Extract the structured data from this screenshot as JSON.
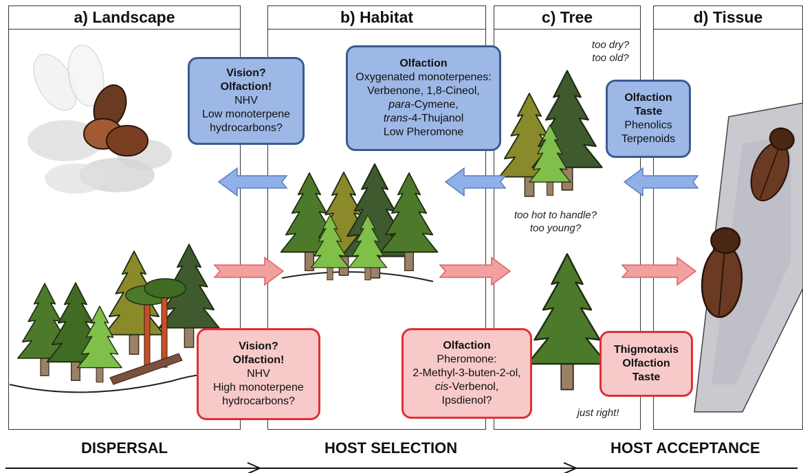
{
  "panels": [
    {
      "label": "a) Landscape"
    },
    {
      "label": "b) Habitat"
    },
    {
      "label": "c) Tree"
    },
    {
      "label": "d) Tissue"
    }
  ],
  "blue_boxes": {
    "landscape": {
      "line1": "Vision?",
      "line2": "Olfaction!",
      "line3": "NHV",
      "line4": "Low monoterpene",
      "line5": "hydrocarbons?"
    },
    "habitat": {
      "title": "Olfaction",
      "line1": "Oxygenated monoterpenes:",
      "line2": "Verbenone, 1,8-Cineol,",
      "line3a": "para",
      "line3b": "-Cymene,",
      "line4a": "trans",
      "line4b": "-4-Thujanol",
      "line5": "Low Pheromone"
    },
    "tree": {
      "line1": "Olfaction",
      "line2": "Taste",
      "line3": "Phenolics",
      "line4": "Terpenoids"
    }
  },
  "red_boxes": {
    "landscape": {
      "line1": "Vision?",
      "line2": "Olfaction!",
      "line3": "NHV",
      "line4": "High monoterpene",
      "line5": "hydrocarbons?"
    },
    "habitat": {
      "title": "Olfaction",
      "line1": "Pheromone:",
      "line2": "2-Methyl-3-buten-2-ol,",
      "line3a": "cis",
      "line3b": "-Verbenol,",
      "line4": "Ipsdienol?"
    },
    "tissue": {
      "line1": "Thigmotaxis",
      "line2": "Olfaction",
      "line3": "Taste"
    }
  },
  "notes": {
    "too_dry": "too dry?",
    "too_old": "too old?",
    "too_hot": "too hot to handle?",
    "too_young": "too young?",
    "just_right": "just right!"
  },
  "stages": {
    "dispersal": "DISPERSAL",
    "host_selection": "HOST SELECTION",
    "host_acceptance": "HOST ACCEPTANCE"
  },
  "colors": {
    "blue_fill": "#9db8e6",
    "blue_border": "#3b5a8f",
    "red_fill": "#f7c9c9",
    "red_border": "#e03030",
    "arrow_blue": "#8fb0e8",
    "arrow_red": "#f2a0a0"
  }
}
